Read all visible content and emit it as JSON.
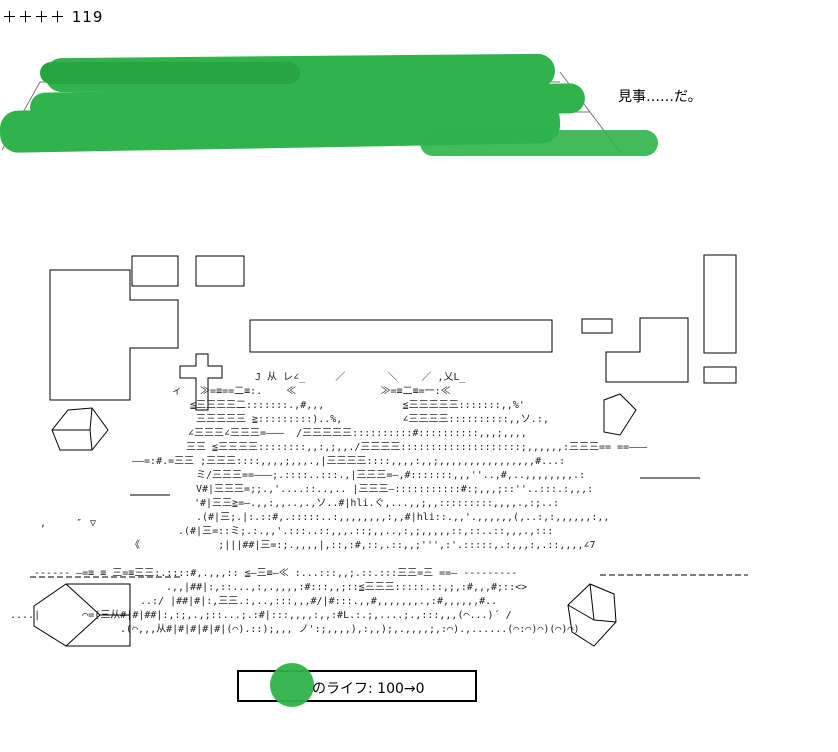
{
  "header": {
    "counter": "＋＋＋＋ 119"
  },
  "dialogue": {
    "line": "見事……だ。"
  },
  "status": {
    "text": "のライフ: 100→0"
  },
  "colors": {
    "redaction": "#2fb34a",
    "ink": "#000000"
  }
}
